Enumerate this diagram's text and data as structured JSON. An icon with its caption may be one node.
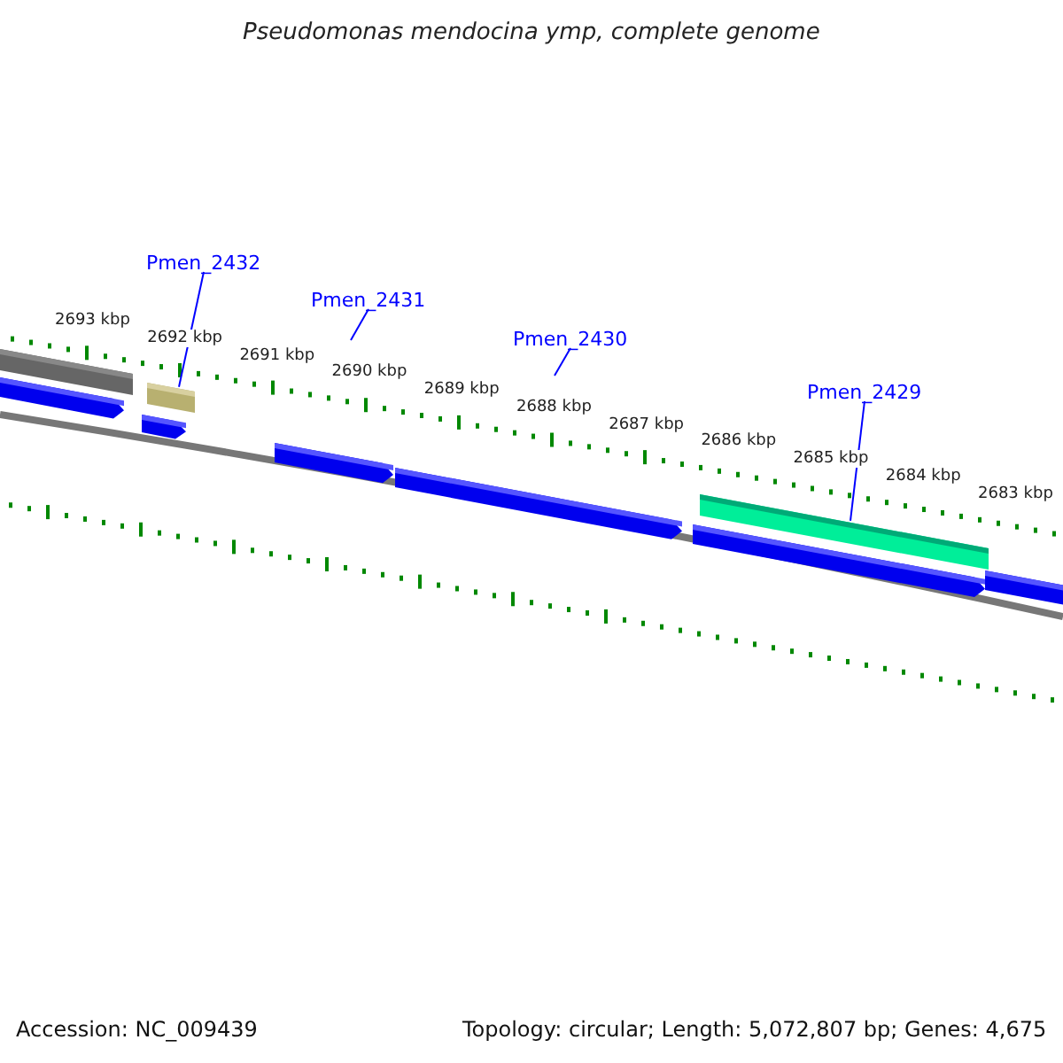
{
  "diagram": {
    "title": "Pseudomonas mendocina ymp, complete genome",
    "nodes": [
      {
        "text": [
          "Pmen_2432"
        ]
      },
      {
        "text": [
          "Pmen_2431"
        ]
      },
      {
        "text": [
          "Pmen_2430"
        ]
      },
      {
        "text": [
          "Pmen_2429"
        ]
      },
      {
        "text": [],
        "shape": "bar"
      },
      {
        "text": [],
        "shape": "bar"
      }
    ],
    "edges": [
      {
        "from": 0,
        "to": 4,
        "arrow": "none"
      },
      {
        "from": 1,
        "to": null,
        "arrow": "none"
      },
      {
        "from": 2,
        "to": null,
        "arrow": "none"
      },
      {
        "from": 3,
        "to": 5,
        "arrow": "none"
      }
    ],
    "labels": [
      "2693 kbp",
      "2692 kbp",
      "2691 kbp",
      "2690 kbp",
      "2689 kbp",
      "2688 kbp",
      "2687 kbp",
      "2686 kbp",
      "2685 kbp",
      "2684 kbp",
      "2683 kbp",
      "Accession: NC_009439",
      "Topology: circular; Length: 5,072,807 bp; Genes: 4,675"
    ]
  }
}
